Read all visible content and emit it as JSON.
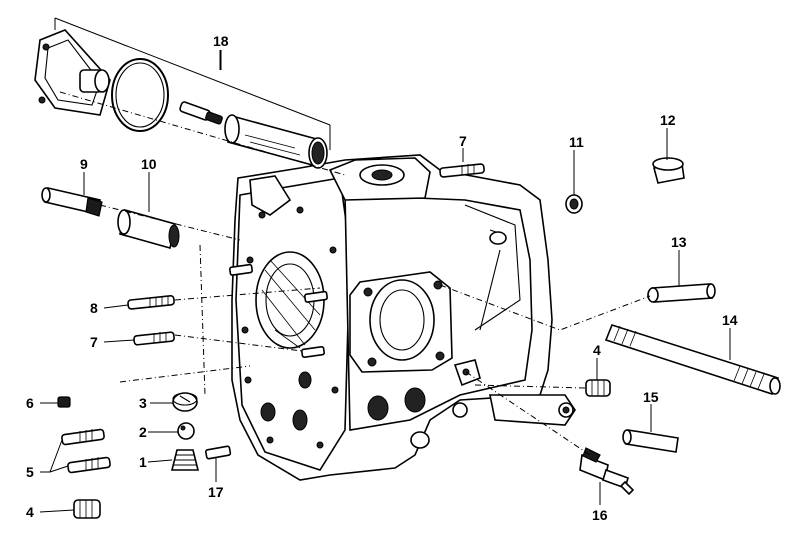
{
  "callouts": {
    "c1": "1",
    "c2": "2",
    "c3": "3",
    "c4a": "4",
    "c4b": "4",
    "c5": "5",
    "c6": "6",
    "c7a": "7",
    "c7b": "7",
    "c8": "8",
    "c9": "9",
    "c10": "10",
    "c11": "11",
    "c12": "12",
    "c13": "13",
    "c14": "14",
    "c15": "15",
    "c16": "16",
    "c17": "17",
    "c18": "18"
  }
}
